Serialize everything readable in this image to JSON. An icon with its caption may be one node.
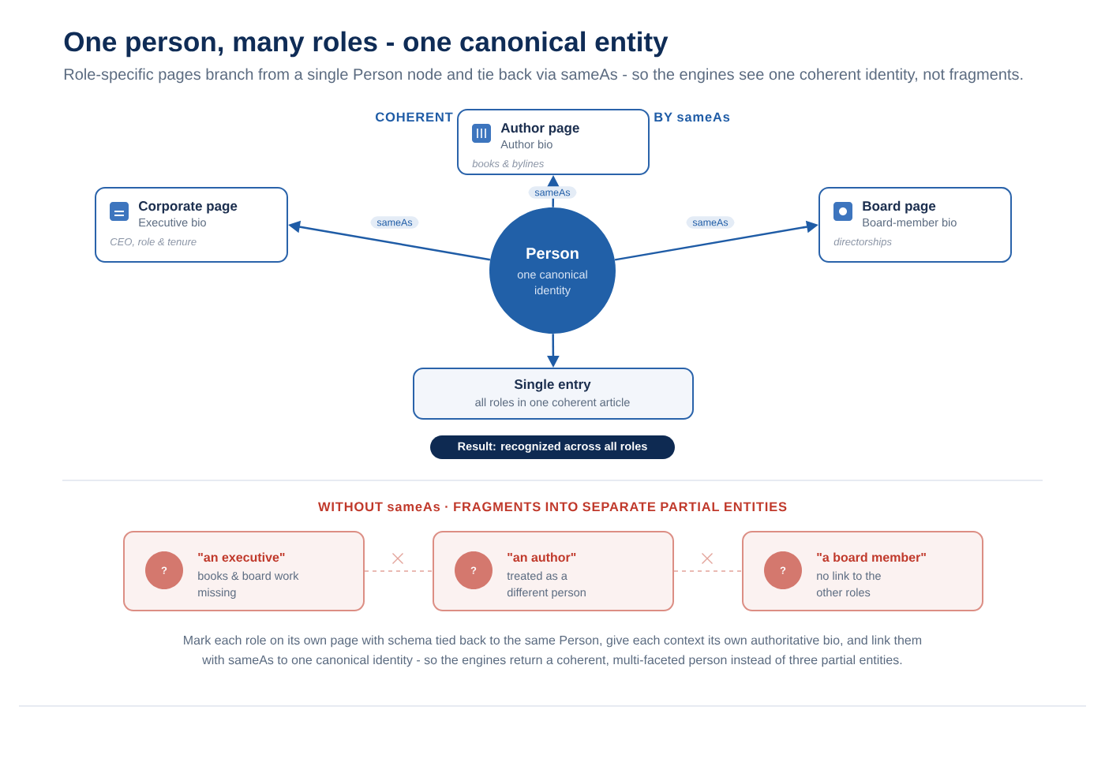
{
  "diagram": {
    "title": "One person, many roles - one canonical entity",
    "nodes": [
      {
        "text": [
          "Author page",
          "Author bio",
          "books & bylines"
        ]
      },
      {
        "text": [
          "Corporate page",
          "Executive bio",
          "CEO, role & tenure"
        ]
      },
      {
        "text": [
          "Person",
          "one canonical identity"
        ]
      },
      {
        "text": [
          "Board page",
          "Board-member bio",
          "directorships"
        ]
      },
      {
        "text": [
          "Single entry",
          "all roles in one coherent article"
        ]
      },
      {
        "text": [
          "Result: recognized across all roles"
        ]
      },
      {
        "text": [
          "\"an executive\"",
          "books & board work missing"
        ]
      },
      {
        "text": [
          "?"
        ],
        "in": 6
      },
      {
        "text": [
          "\"an author\"",
          "treated as a different person"
        ]
      },
      {
        "text": [
          "?"
        ],
        "in": 8
      },
      {
        "text": [
          "\"a board member\"",
          "no link to the other roles"
        ]
      },
      {
        "text": [
          "?"
        ],
        "in": 10
      }
    ],
    "edges": [
      {
        "from": 2,
        "to": 0,
        "arrow": "to",
        "label": "sameAs"
      },
      {
        "from": 2,
        "to": 1,
        "arrow": "to",
        "label": "sameAs"
      },
      {
        "from": 2,
        "to": 3,
        "arrow": "to",
        "label": "sameAs"
      },
      {
        "from": 2,
        "to": 4,
        "arrow": "to"
      },
      {
        "from": 6,
        "to": 8,
        "arrow": "none",
        "style": "dashed",
        "color": "#e3a49b"
      },
      {
        "from": 8,
        "to": 10,
        "arrow": "none",
        "style": "dashed",
        "color": "#e3a49b"
      }
    ],
    "labels": [
      "Role-specific pages branch from a single Person node and tie back via sameAs - so the engines see one coherent identity, not fragments.",
      "COHERENT",
      "BY sameAs",
      "WITHOUT sameAs · FRAGMENTS INTO SEPARATE PARTIAL ENTITIES",
      "Mark each role on its own page with schema tied back to the same Person, give each context its own authoritative bio, and link them with sameAs to one canonical identity - so the engines return a coherent, multi-faceted person instead of three partial entities."
    ]
  }
}
